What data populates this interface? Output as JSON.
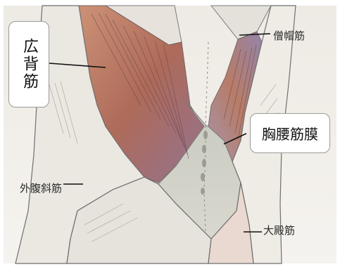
{
  "labels": {
    "latissimus": "広背筋",
    "trapezius": "僧帽筋",
    "thoracolumbar_fascia": "胸腰筋膜",
    "external_oblique": "外腹斜筋",
    "gluteus_maximus": "大殿筋"
  },
  "colors": {
    "paper": "#f4f2ee",
    "muscle_red": "#b8654c",
    "muscle_purple": "#6a5a92",
    "fascia_grey": "#a9aa9e",
    "pencil": "#555555"
  }
}
